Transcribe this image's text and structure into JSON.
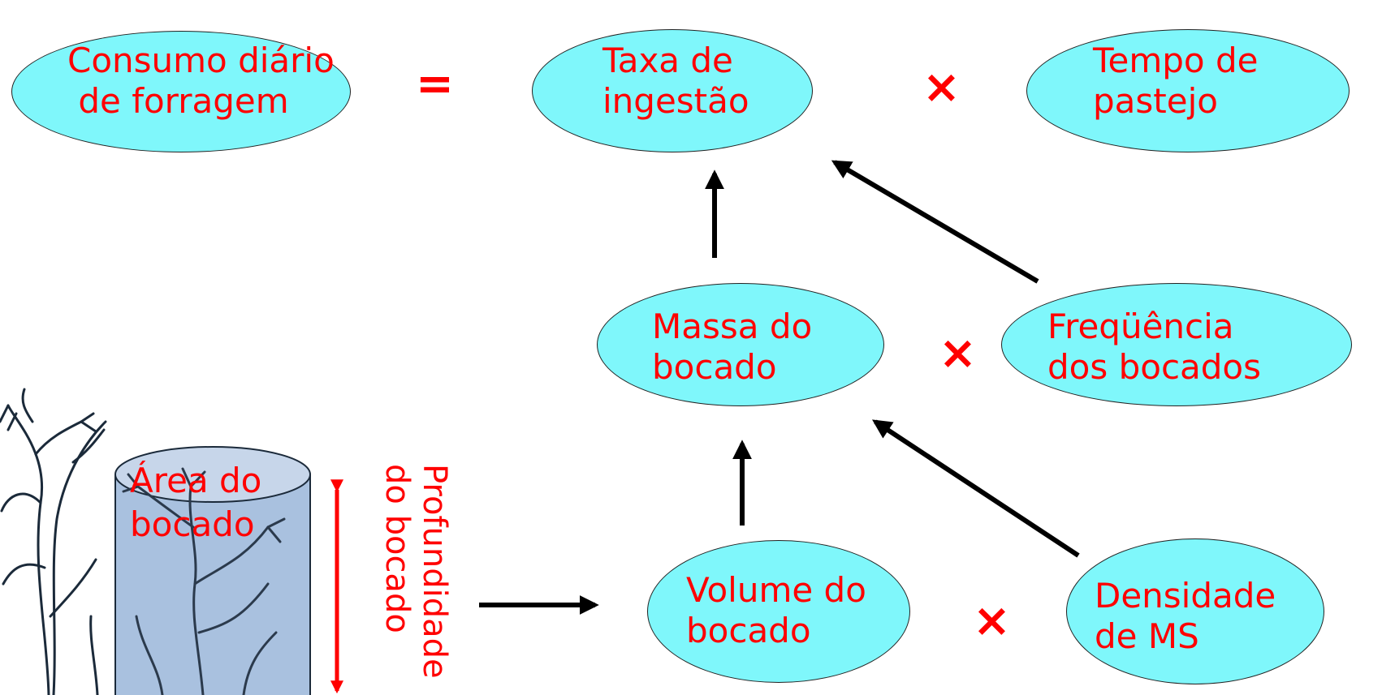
{
  "nodes": {
    "consumo": "Consumo diário\n de forragem",
    "taxa": "Taxa de\ningestão",
    "tempo": "Tempo de\npastejo",
    "massa": "Massa do\nbocado",
    "frequencia": "Freqüência\ndos bocados",
    "volume": "Volume do\nbocado",
    "densidade": "Densidade\nde MS"
  },
  "operators": {
    "equals": "=",
    "times1": "×",
    "times2": "×",
    "times3": "×"
  },
  "illustration": {
    "area_label": "Área do\nbocado",
    "depth_label": "Profundidade\ndo bocado"
  },
  "colors": {
    "ellipse_fill": "#7ff7fb",
    "text": "#ff0000",
    "arrow": "#000000",
    "cylinder": "#a9c1df"
  }
}
